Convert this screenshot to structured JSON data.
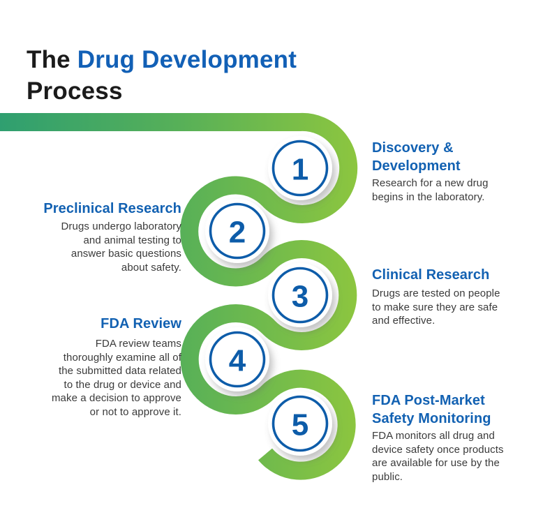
{
  "title": {
    "prefix": "The ",
    "highlight": "Drug Development",
    "suffix": "Process"
  },
  "colors": {
    "title_black": "#1b1b1b",
    "accent_blue": "#1261b2",
    "circle_ring_blue": "#0d5ca9",
    "body_text": "#3a3a3a",
    "path_green_dark": "#2f9f70",
    "path_green_light": "#8dc63f",
    "background": "#ffffff"
  },
  "steps": [
    {
      "number": "1",
      "heading": "Discovery &\nDevelopment",
      "body": "Research for a new drug\nbegins in the laboratory.",
      "side": "right"
    },
    {
      "number": "2",
      "heading": "Preclinical Research",
      "body": "Drugs undergo laboratory\nand animal testing to\nanswer basic questions\nabout safety.",
      "side": "left"
    },
    {
      "number": "3",
      "heading": "Clinical Research",
      "body": "Drugs are tested on people\nto make sure they are safe\nand effective.",
      "side": "right"
    },
    {
      "number": "4",
      "heading": "FDA Review",
      "body": "FDA review teams\nthoroughly examine all of\nthe submitted data related\nto the drug or device and\nmake a decision to approve\nor not to approve it.",
      "side": "left"
    },
    {
      "number": "5",
      "heading": "FDA Post-Market\nSafety Monitoring",
      "body": "FDA monitors all drug and\ndevice safety once products\nare available for use by the\npublic.",
      "side": "right"
    }
  ]
}
